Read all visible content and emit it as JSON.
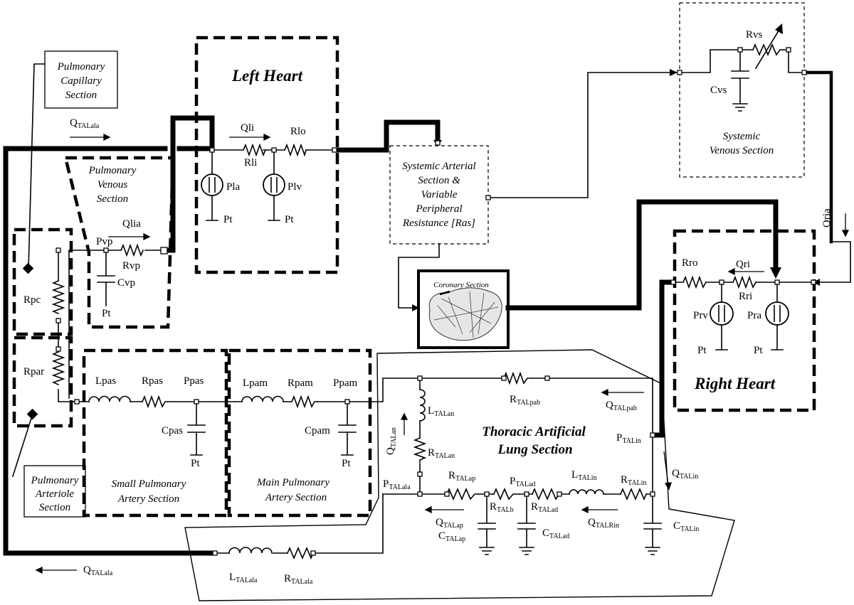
{
  "sections": {
    "left_heart": "Left Heart",
    "right_heart": "Right Heart",
    "pulmonary_capillary": [
      "Pulmonary",
      "Capillary",
      "Section"
    ],
    "pulmonary_venous": [
      "Pulmonary",
      "Venous",
      "Section"
    ],
    "systemic_venous": [
      "Systemic",
      "Venous Section"
    ],
    "systemic_arterial": [
      "Systemic  Arterial",
      "Section &",
      "Variable",
      "Peripheral",
      "Resistance [Ras]"
    ],
    "coronary": "Coronary  Section",
    "tal": [
      "Thoracic Artificial",
      "Lung Section"
    ],
    "small_pulmonary_artery": [
      "Small Pulmonary",
      "Artery Section"
    ],
    "main_pulmonary_artery": [
      "Main Pulmonary",
      "Artery  Section"
    ],
    "pulmonary_arteriole": [
      "Pulmonary",
      "Arteriole",
      "Section"
    ]
  },
  "labels": {
    "qli": "Qli",
    "rlo": "Rlo",
    "rli": "Rli",
    "pla": "Pla",
    "plv": "Plv",
    "pt": "Pt",
    "rvs": "Rvs",
    "cvs": "Cvs",
    "qria": "Qria",
    "rro": "Rro",
    "qri": "Qri",
    "rri": "Rri",
    "prv": "Prv",
    "pra": "Pra",
    "qlia": "Qlia",
    "pvp": "Pvp",
    "rvp": "Rvp",
    "cvp": "Cvp",
    "rpc": "Rpc",
    "rpar": "Rpar",
    "lpas": "Lpas",
    "rpas": "Rpas",
    "ppas": "Ppas",
    "cpas": "Cpas",
    "lpam": "Lpam",
    "rpam": "Rpam",
    "ppam": "Ppam",
    "cpam": "Cpam",
    "q": "Q",
    "r": "R",
    "l": "L",
    "p": "P",
    "c": "C",
    "sub_talala": "TALala",
    "sub_talan": "TALan",
    "sub_talpab": "TALpab",
    "sub_talin": "TALin",
    "sub_talap": "TALap",
    "sub_talad": "TALad",
    "sub_talb": "TALb",
    "sub_talrin": "TALRin"
  }
}
